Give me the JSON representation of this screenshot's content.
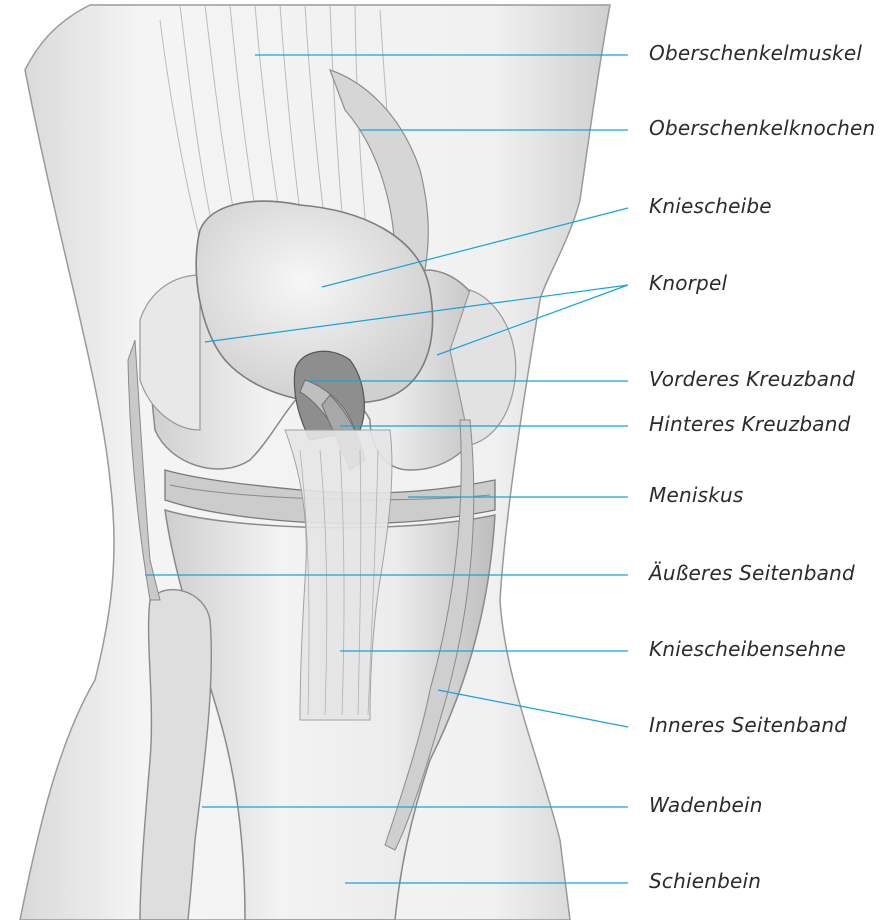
{
  "diagram": {
    "line_color": "#1aa3d9",
    "labels": [
      {
        "id": "oberschenkelmuskel",
        "text": "Oberschenkelmuskel"
      },
      {
        "id": "oberschenkelknochen",
        "text": "Oberschenkelknochen"
      },
      {
        "id": "kniescheibe",
        "text": "Kniescheibe"
      },
      {
        "id": "knorpel",
        "text": "Knorpel"
      },
      {
        "id": "vorderes-kreuzband",
        "text": "Vorderes Kreuzband"
      },
      {
        "id": "hinteres-kreuzband",
        "text": "Hinteres Kreuzband"
      },
      {
        "id": "meniskus",
        "text": "Meniskus"
      },
      {
        "id": "aeusseres-seitenband",
        "text": "Äußeres Seitenband"
      },
      {
        "id": "kniescheibensehne",
        "text": "Kniescheibensehne"
      },
      {
        "id": "inneres-seitenband",
        "text": "Inneres Seitenband"
      },
      {
        "id": "wadenbein",
        "text": "Wadenbein"
      },
      {
        "id": "schienbein",
        "text": "Schienbein"
      }
    ]
  }
}
